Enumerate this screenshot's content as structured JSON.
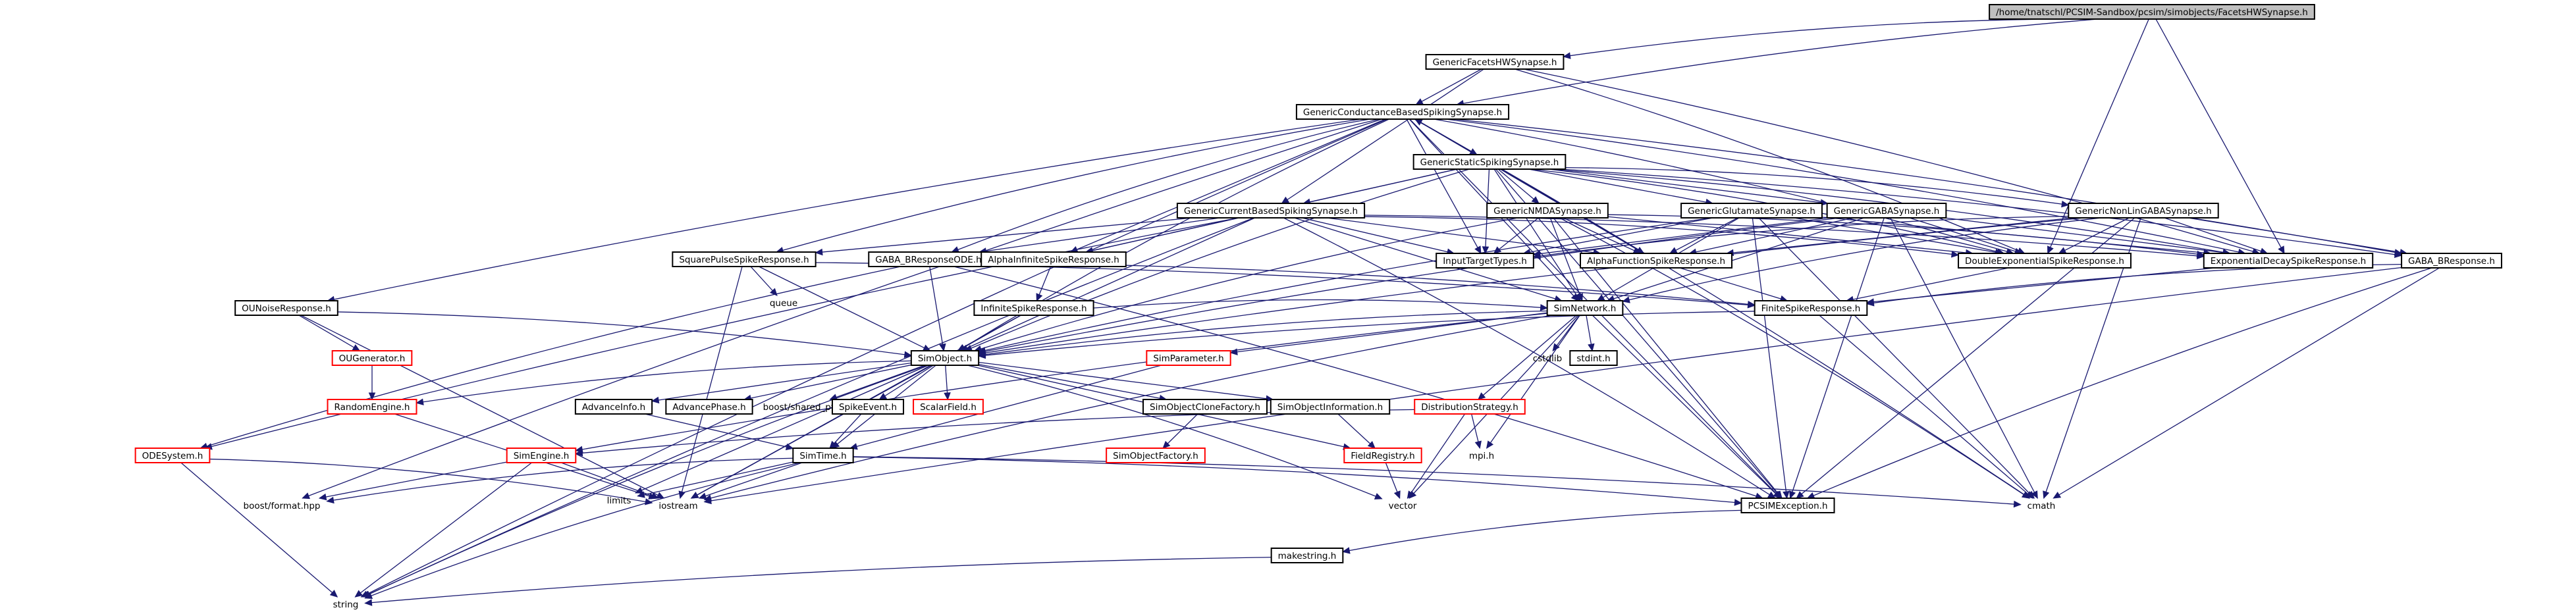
{
  "graph": {
    "nodes": [
      {
        "id": "root",
        "label": "/home/tnatschl/PCSIM-Sandbox/pcsim/simobjects/FacetsHWSynapse.h",
        "style": "root"
      },
      {
        "id": "gfhw",
        "label": "GenericFacetsHWSynapse.h",
        "style": "black"
      },
      {
        "id": "gcbss",
        "label": "GenericConductanceBasedSpikingSynapse.h",
        "style": "black"
      },
      {
        "id": "gsss",
        "label": "GenericStaticSpikingSynapse.h",
        "style": "black"
      },
      {
        "id": "gcurbss",
        "label": "GenericCurrentBasedSpikingSynapse.h",
        "style": "black"
      },
      {
        "id": "gnmda",
        "label": "GenericNMDASynapse.h",
        "style": "black"
      },
      {
        "id": "gglu",
        "label": "GenericGlutamateSynapse.h",
        "style": "black"
      },
      {
        "id": "ggaba",
        "label": "GenericGABASynapse.h",
        "style": "black"
      },
      {
        "id": "gnonlin",
        "label": "GenericNonLinGABASynapse.h",
        "style": "black"
      },
      {
        "id": "sqpulse",
        "label": "SquarePulseSpikeResponse.h",
        "style": "black"
      },
      {
        "id": "gababode",
        "label": "GABA_BResponseODE.h",
        "style": "black"
      },
      {
        "id": "alphainf",
        "label": "AlphaInfiniteSpikeResponse.h",
        "style": "black"
      },
      {
        "id": "inputtarget",
        "label": "InputTargetTypes.h",
        "style": "black"
      },
      {
        "id": "alphafunc",
        "label": "AlphaFunctionSpikeResponse.h",
        "style": "black"
      },
      {
        "id": "doubleexp",
        "label": "DoubleExponentialSpikeResponse.h",
        "style": "black"
      },
      {
        "id": "expdecay",
        "label": "ExponentialDecaySpikeResponse.h",
        "style": "black"
      },
      {
        "id": "gabab",
        "label": "GABA_BResponse.h",
        "style": "black"
      },
      {
        "id": "queue",
        "label": "queue",
        "style": "plain"
      },
      {
        "id": "infspike",
        "label": "InfiniteSpikeResponse.h",
        "style": "black"
      },
      {
        "id": "simnetwork",
        "label": "SimNetwork.h",
        "style": "black"
      },
      {
        "id": "finitespike",
        "label": "FiniteSpikeResponse.h",
        "style": "black"
      },
      {
        "id": "ounoise",
        "label": "OUNoiseResponse.h",
        "style": "black"
      },
      {
        "id": "ougen",
        "label": "OUGenerator.h",
        "style": "red"
      },
      {
        "id": "simobject",
        "label": "SimObject.h",
        "style": "black"
      },
      {
        "id": "simparam",
        "label": "SimParameter.h",
        "style": "red"
      },
      {
        "id": "cstdlib",
        "label": "cstdlib",
        "style": "plain"
      },
      {
        "id": "stdint",
        "label": "stdint.h",
        "style": "black"
      },
      {
        "id": "randeng",
        "label": "RandomEngine.h",
        "style": "red"
      },
      {
        "id": "advinfo",
        "label": "AdvanceInfo.h",
        "style": "black"
      },
      {
        "id": "advphase",
        "label": "AdvancePhase.h",
        "style": "black"
      },
      {
        "id": "sharedptr",
        "label": "boost/shared_ptr.hpp",
        "style": "plain"
      },
      {
        "id": "spikeevent",
        "label": "SpikeEvent.h",
        "style": "black"
      },
      {
        "id": "scalarfield",
        "label": "ScalarField.h",
        "style": "red"
      },
      {
        "id": "clonefact",
        "label": "SimObjectCloneFactory.h",
        "style": "black"
      },
      {
        "id": "objinfo",
        "label": "SimObjectInformation.h",
        "style": "black"
      },
      {
        "id": "diststrat",
        "label": "DistributionStrategy.h",
        "style": "red"
      },
      {
        "id": "odesys",
        "label": "ODESystem.h",
        "style": "red"
      },
      {
        "id": "simengine",
        "label": "SimEngine.h",
        "style": "red"
      },
      {
        "id": "simtime",
        "label": "SimTime.h",
        "style": "black"
      },
      {
        "id": "objfactory",
        "label": "SimObjectFactory.h",
        "style": "red"
      },
      {
        "id": "fieldreg",
        "label": "FieldRegistry.h",
        "style": "red"
      },
      {
        "id": "mpi",
        "label": "mpi.h",
        "style": "plain"
      },
      {
        "id": "bformat",
        "label": "boost/format.hpp",
        "style": "plain"
      },
      {
        "id": "iostream",
        "label": "iostream",
        "style": "plain"
      },
      {
        "id": "limits",
        "label": "limits",
        "style": "plain"
      },
      {
        "id": "vector",
        "label": "vector",
        "style": "plain"
      },
      {
        "id": "pcsimexc",
        "label": "PCSIMException.h",
        "style": "black"
      },
      {
        "id": "cmath",
        "label": "cmath",
        "style": "plain"
      },
      {
        "id": "makestring",
        "label": "makestring.h",
        "style": "black"
      },
      {
        "id": "string",
        "label": "string",
        "style": "plain"
      }
    ],
    "edges": [
      [
        "root",
        "gfhw"
      ],
      [
        "root",
        "gcbss"
      ],
      [
        "root",
        "doubleexp"
      ],
      [
        "root",
        "expdecay"
      ],
      [
        "gfhw",
        "gcbss"
      ],
      [
        "gfhw",
        "gcurbss"
      ],
      [
        "gfhw",
        "doubleexp"
      ],
      [
        "gfhw",
        "expdecay"
      ],
      [
        "gcbss",
        "gsss"
      ],
      [
        "gcbss",
        "sqpulse"
      ],
      [
        "gcbss",
        "gababode"
      ],
      [
        "gcbss",
        "alphainf"
      ],
      [
        "gcbss",
        "inputtarget"
      ],
      [
        "gcbss",
        "alphafunc"
      ],
      [
        "gcbss",
        "doubleexp"
      ],
      [
        "gcbss",
        "expdecay"
      ],
      [
        "gcbss",
        "gabab"
      ],
      [
        "gcbss",
        "simnetwork"
      ],
      [
        "gcbss",
        "simobject"
      ],
      [
        "gcbss",
        "ounoise"
      ],
      [
        "gcbss",
        "pcsimexc"
      ],
      [
        "gcbss",
        "string"
      ],
      [
        "gcbss",
        "bformat"
      ],
      [
        "gcbss",
        "cmath"
      ],
      [
        "gsss",
        "gcbss"
      ],
      [
        "gsss",
        "gcurbss"
      ],
      [
        "gsss",
        "gnmda"
      ],
      [
        "gsss",
        "gglu"
      ],
      [
        "gsss",
        "ggaba"
      ],
      [
        "gsss",
        "gnonlin"
      ],
      [
        "gsss",
        "inputtarget"
      ],
      [
        "gsss",
        "alphafunc"
      ],
      [
        "gsss",
        "doubleexp"
      ],
      [
        "gsss",
        "expdecay"
      ],
      [
        "gsss",
        "alphainf"
      ],
      [
        "gsss",
        "simnetwork"
      ],
      [
        "gsss",
        "simobject"
      ],
      [
        "gsss",
        "pcsimexc"
      ],
      [
        "gsss",
        "gabab"
      ],
      [
        "gcurbss",
        "sqpulse"
      ],
      [
        "gcurbss",
        "gababode"
      ],
      [
        "gcurbss",
        "alphainf"
      ],
      [
        "gcurbss",
        "inputtarget"
      ],
      [
        "gcurbss",
        "alphafunc"
      ],
      [
        "gcurbss",
        "doubleexp"
      ],
      [
        "gcurbss",
        "expdecay"
      ],
      [
        "gcurbss",
        "simnetwork"
      ],
      [
        "gcurbss",
        "simobject"
      ],
      [
        "gcurbss",
        "pcsimexc"
      ],
      [
        "gcurbss",
        "string"
      ],
      [
        "gcurbss",
        "odesys"
      ],
      [
        "gnmda",
        "inputtarget"
      ],
      [
        "gnmda",
        "alphafunc"
      ],
      [
        "gnmda",
        "doubleexp"
      ],
      [
        "gnmda",
        "expdecay"
      ],
      [
        "gnmda",
        "simnetwork"
      ],
      [
        "gnmda",
        "simobject"
      ],
      [
        "gnmda",
        "pcsimexc"
      ],
      [
        "gnmda",
        "cmath"
      ],
      [
        "gglu",
        "inputtarget"
      ],
      [
        "gglu",
        "alphafunc"
      ],
      [
        "gglu",
        "doubleexp"
      ],
      [
        "gglu",
        "expdecay"
      ],
      [
        "gglu",
        "simnetwork"
      ],
      [
        "gglu",
        "simobject"
      ],
      [
        "gglu",
        "pcsimexc"
      ],
      [
        "gglu",
        "cmath"
      ],
      [
        "ggaba",
        "inputtarget"
      ],
      [
        "ggaba",
        "alphafunc"
      ],
      [
        "ggaba",
        "doubleexp"
      ],
      [
        "ggaba",
        "expdecay"
      ],
      [
        "ggaba",
        "simnetwork"
      ],
      [
        "ggaba",
        "simobject"
      ],
      [
        "ggaba",
        "pcsimexc"
      ],
      [
        "ggaba",
        "cmath"
      ],
      [
        "gnonlin",
        "inputtarget"
      ],
      [
        "gnonlin",
        "alphafunc"
      ],
      [
        "gnonlin",
        "doubleexp"
      ],
      [
        "gnonlin",
        "expdecay"
      ],
      [
        "gnonlin",
        "gabab"
      ],
      [
        "gnonlin",
        "simnetwork"
      ],
      [
        "gnonlin",
        "simobject"
      ],
      [
        "gnonlin",
        "pcsimexc"
      ],
      [
        "gnonlin",
        "cmath"
      ],
      [
        "sqpulse",
        "finitespike"
      ],
      [
        "sqpulse",
        "queue"
      ],
      [
        "sqpulse",
        "simobject"
      ],
      [
        "sqpulse",
        "iostream"
      ],
      [
        "gababode",
        "finitespike"
      ],
      [
        "gababode",
        "simobject"
      ],
      [
        "gababode",
        "odesys"
      ],
      [
        "gababode",
        "pcsimexc"
      ],
      [
        "alphainf",
        "infspike"
      ],
      [
        "infspike",
        "simnetwork"
      ],
      [
        "infspike",
        "simobject"
      ],
      [
        "infspike",
        "iostream"
      ],
      [
        "alphafunc",
        "finitespike"
      ],
      [
        "doubleexp",
        "finitespike"
      ],
      [
        "expdecay",
        "finitespike"
      ],
      [
        "gabab",
        "finitespike"
      ],
      [
        "gabab",
        "iostream"
      ],
      [
        "gabab",
        "pcsimexc"
      ],
      [
        "gabab",
        "cmath"
      ],
      [
        "finitespike",
        "simobject"
      ],
      [
        "finitespike",
        "cmath"
      ],
      [
        "simnetwork",
        "simobject"
      ],
      [
        "simnetwork",
        "simparam"
      ],
      [
        "simnetwork",
        "cstdlib"
      ],
      [
        "simnetwork",
        "stdint"
      ],
      [
        "simnetwork",
        "diststrat"
      ],
      [
        "simnetwork",
        "simengine"
      ],
      [
        "simnetwork",
        "mpi"
      ],
      [
        "simnetwork",
        "vector"
      ],
      [
        "simnetwork",
        "pcsimexc"
      ],
      [
        "simnetwork",
        "iostream"
      ],
      [
        "ounoise",
        "ougen"
      ],
      [
        "ounoise",
        "simobject"
      ],
      [
        "ounoise",
        "iostream"
      ],
      [
        "ougen",
        "randeng"
      ],
      [
        "simobject",
        "randeng"
      ],
      [
        "simobject",
        "advinfo"
      ],
      [
        "simobject",
        "advphase"
      ],
      [
        "simobject",
        "sharedptr"
      ],
      [
        "simobject",
        "spikeevent"
      ],
      [
        "simobject",
        "scalarfield"
      ],
      [
        "simobject",
        "clonefact"
      ],
      [
        "simobject",
        "objinfo"
      ],
      [
        "simobject",
        "fieldreg"
      ],
      [
        "simobject",
        "iostream"
      ],
      [
        "simobject",
        "limits"
      ],
      [
        "simobject",
        "vector"
      ],
      [
        "simobject",
        "simtime"
      ],
      [
        "simobject",
        "string"
      ],
      [
        "simparam",
        "simtime"
      ],
      [
        "randeng",
        "iostream"
      ],
      [
        "advinfo",
        "simtime"
      ],
      [
        "spikeevent",
        "simtime"
      ],
      [
        "clonefact",
        "objfactory"
      ],
      [
        "objinfo",
        "fieldreg"
      ],
      [
        "fieldreg",
        "vector"
      ],
      [
        "diststrat",
        "mpi"
      ],
      [
        "diststrat",
        "vector"
      ],
      [
        "diststrat",
        "simengine"
      ],
      [
        "odesys",
        "iostream"
      ],
      [
        "odesys",
        "string"
      ],
      [
        "simengine",
        "iostream"
      ],
      [
        "simengine",
        "bformat"
      ],
      [
        "simengine",
        "string"
      ],
      [
        "simtime",
        "iostream"
      ],
      [
        "simtime",
        "limits"
      ],
      [
        "simtime",
        "pcsimexc"
      ],
      [
        "simtime",
        "cmath"
      ],
      [
        "simtime",
        "string"
      ],
      [
        "simtime",
        "bformat"
      ],
      [
        "pcsimexc",
        "makestring"
      ],
      [
        "makestring",
        "string"
      ]
    ]
  }
}
